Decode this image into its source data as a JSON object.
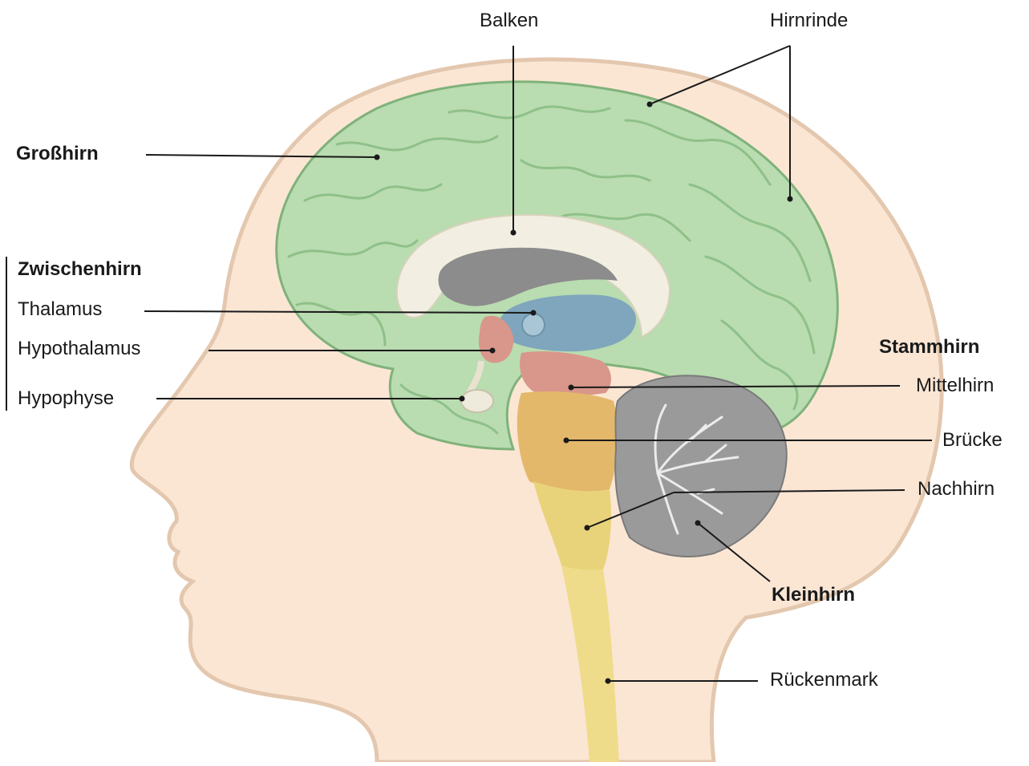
{
  "labels": {
    "grosshirn": "Großhirn",
    "balken": "Balken",
    "hirnrinde": "Hirnrinde",
    "zwischenhirn": "Zwischenhirn",
    "thalamus": "Thalamus",
    "hypothalamus": "Hypothalamus",
    "hypophyse": "Hypophyse",
    "stammhirn": "Stammhirn",
    "mittelhirn": "Mittelhirn",
    "bruecke": "Brücke",
    "nachhirn": "Nachhirn",
    "kleinhirn": "Kleinhirn",
    "rueckenmark": "Rückenmark"
  },
  "colors": {
    "skin": "#fbe6d4",
    "skin_outline": "#e3c7ae",
    "cerebrum": "#b9dcb0",
    "cerebrum_fold": "#7fb27a",
    "corpus_callosum": "#f2efe2",
    "ventricle": "#8c8c8c",
    "thalamus": "#7fa6bd",
    "hypothalamus": "#d9968a",
    "midbrain": "#d9968a",
    "pons": "#e3b86a",
    "medulla": "#e8d37a",
    "spinal_cord": "#eedc8a",
    "cerebellum": "#9a9a9a",
    "leader_line": "#1a1a1a"
  }
}
